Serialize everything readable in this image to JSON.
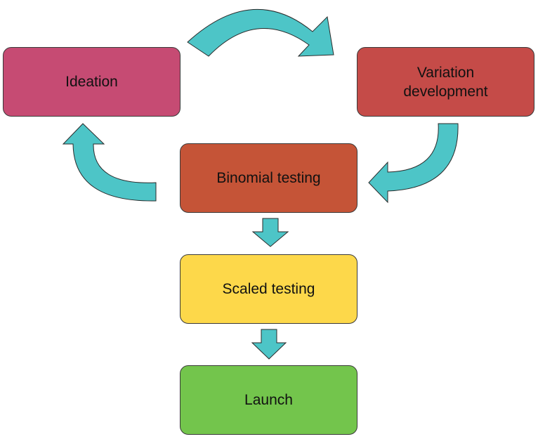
{
  "diagram": {
    "arrow_color": "#4dc5c7",
    "nodes": {
      "ideation": {
        "label": "Ideation",
        "color": "#c64b73"
      },
      "variation": {
        "label": "Variation\ndevelopment",
        "color": "#c54b48"
      },
      "binomial": {
        "label": "Binomial testing",
        "color": "#c55437"
      },
      "scaled": {
        "label": "Scaled testing",
        "color": "#fdd84a"
      },
      "launch": {
        "label": "Launch",
        "color": "#73c54c"
      }
    }
  }
}
